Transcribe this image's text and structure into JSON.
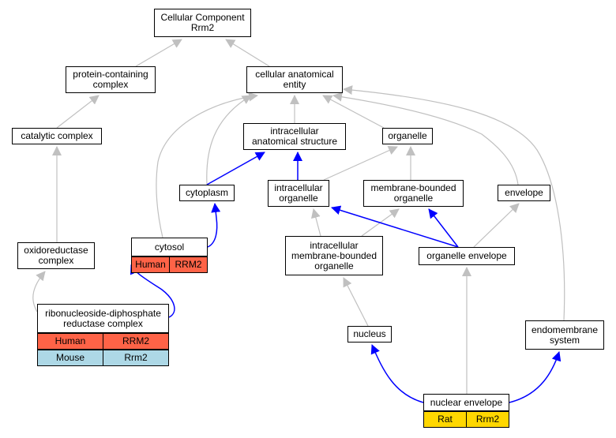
{
  "nodes": [
    {
      "id": "root",
      "label": "Cellular Component\nRrm2"
    },
    {
      "id": "pcc",
      "label": "protein-containing\ncomplex"
    },
    {
      "id": "cae",
      "label": "cellular anatomical\nentity"
    },
    {
      "id": "cat",
      "label": "catalytic complex"
    },
    {
      "id": "ias",
      "label": "intracellular\nanatomical structure"
    },
    {
      "id": "org",
      "label": "organelle"
    },
    {
      "id": "cyto",
      "label": "cytoplasm"
    },
    {
      "id": "io",
      "label": "intracellular\norganelle"
    },
    {
      "id": "mbo",
      "label": "membrane-bounded\norganelle"
    },
    {
      "id": "env",
      "label": "envelope"
    },
    {
      "id": "oxr",
      "label": "oxidoreductase\ncomplex"
    },
    {
      "id": "cytosol",
      "label": "cytosol"
    },
    {
      "id": "imbo",
      "label": "intracellular\nmembrane-bounded\norganelle"
    },
    {
      "id": "oenv",
      "label": "organelle envelope"
    },
    {
      "id": "rdr",
      "label": "ribonucleoside-diphosphate\nreductase complex"
    },
    {
      "id": "nuc",
      "label": "nucleus"
    },
    {
      "id": "ems",
      "label": "endomembrane\nsystem"
    },
    {
      "id": "nenv",
      "label": "nuclear envelope"
    }
  ],
  "annotations": [
    {
      "node": "cytosol",
      "rows": [
        {
          "species": "Human",
          "gene": "RRM2",
          "color": "#ff6347"
        }
      ]
    },
    {
      "node": "rdr",
      "rows": [
        {
          "species": "Human",
          "gene": "RRM2",
          "color": "#ff6347"
        },
        {
          "species": "Mouse",
          "gene": "Rrm2",
          "color": "#add8e6"
        }
      ]
    },
    {
      "node": "nenv",
      "rows": [
        {
          "species": "Rat",
          "gene": "Rrm2",
          "color": "#ffd700"
        }
      ]
    }
  ],
  "edges": [
    {
      "from": "pcc",
      "to": "root",
      "kind": "is_a"
    },
    {
      "from": "cae",
      "to": "root",
      "kind": "is_a"
    },
    {
      "from": "cat",
      "to": "pcc",
      "kind": "is_a"
    },
    {
      "from": "ias",
      "to": "cae",
      "kind": "is_a"
    },
    {
      "from": "org",
      "to": "cae",
      "kind": "is_a"
    },
    {
      "from": "cyto",
      "to": "cae",
      "kind": "is_a"
    },
    {
      "from": "cytosol",
      "to": "cae",
      "kind": "is_a"
    },
    {
      "from": "env",
      "to": "cae",
      "kind": "is_a"
    },
    {
      "from": "ems",
      "to": "cae",
      "kind": "is_a"
    },
    {
      "from": "cyto",
      "to": "ias",
      "kind": "part_of"
    },
    {
      "from": "io",
      "to": "ias",
      "kind": "part_of"
    },
    {
      "from": "io",
      "to": "org",
      "kind": "is_a"
    },
    {
      "from": "mbo",
      "to": "org",
      "kind": "is_a"
    },
    {
      "from": "oxr",
      "to": "cat",
      "kind": "is_a"
    },
    {
      "from": "cytosol",
      "to": "cyto",
      "kind": "part_of"
    },
    {
      "from": "imbo",
      "to": "io",
      "kind": "is_a"
    },
    {
      "from": "imbo",
      "to": "mbo",
      "kind": "is_a"
    },
    {
      "from": "oenv",
      "to": "io",
      "kind": "part_of"
    },
    {
      "from": "oenv",
      "to": "mbo",
      "kind": "part_of"
    },
    {
      "from": "oenv",
      "to": "env",
      "kind": "is_a"
    },
    {
      "from": "rdr",
      "to": "oxr",
      "kind": "is_a"
    },
    {
      "from": "rdr",
      "to": "cytosol",
      "kind": "part_of"
    },
    {
      "from": "nuc",
      "to": "imbo",
      "kind": "is_a"
    },
    {
      "from": "nenv",
      "to": "nuc",
      "kind": "part_of"
    },
    {
      "from": "nenv",
      "to": "oenv",
      "kind": "is_a"
    },
    {
      "from": "nenv",
      "to": "ems",
      "kind": "part_of"
    }
  ],
  "colors": {
    "is_a": "#c0c0c0",
    "part_of": "#0000ff",
    "border": "#000000"
  }
}
